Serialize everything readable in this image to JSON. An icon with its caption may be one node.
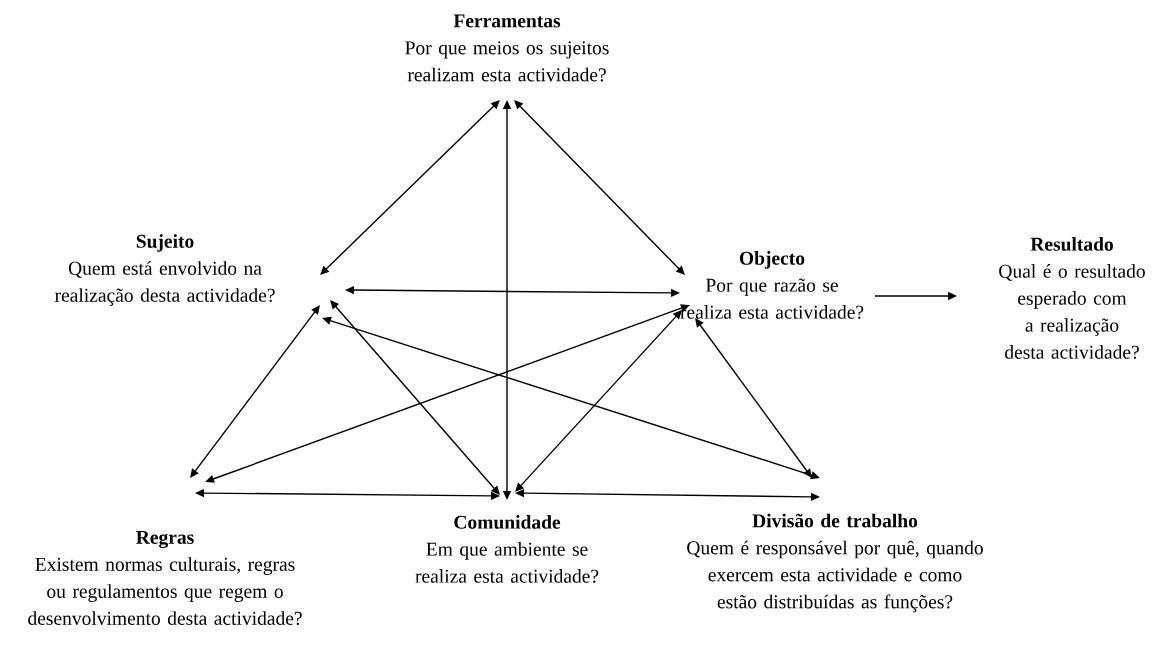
{
  "diagram": {
    "nodes": [
      {
        "text": [
          "Ferramentas",
          "Por que meios os sujeitos realizam esta actividade?"
        ]
      },
      {
        "text": [
          "Sujeito",
          "Quem está envolvido na realização desta actividade?"
        ]
      },
      {
        "text": [
          "Objecto",
          "Por que razão se realiza esta actividade?"
        ]
      },
      {
        "text": [
          "Resultado",
          "Qual é o resultado esperado com a realização desta actividade?"
        ]
      },
      {
        "text": [
          "Regras",
          "Existem normas culturais, regras ou regulamentos que regem o desenvolvimento desta actividade?"
        ]
      },
      {
        "text": [
          "Comunidade",
          "Em que ambiente se realiza esta actividade?"
        ]
      },
      {
        "text": [
          "Divisão de trabalho",
          "Quem é responsável por quê, quando exercem esta actividade e como estão distribuídas as funções?"
        ]
      }
    ],
    "edges": [
      {
        "from": 0,
        "to": 1,
        "arrow": "both"
      },
      {
        "from": 0,
        "to": 2,
        "arrow": "both"
      },
      {
        "from": 0,
        "to": 5,
        "arrow": "both"
      },
      {
        "from": 1,
        "to": 2,
        "arrow": "both"
      },
      {
        "from": 2,
        "to": 3,
        "arrow": "to"
      },
      {
        "from": 1,
        "to": 4,
        "arrow": "both"
      },
      {
        "from": 1,
        "to": 5,
        "arrow": "both"
      },
      {
        "from": 1,
        "to": 6,
        "arrow": "both"
      },
      {
        "from": 2,
        "to": 4,
        "arrow": "both"
      },
      {
        "from": 2,
        "to": 5,
        "arrow": "both"
      },
      {
        "from": 2,
        "to": 6,
        "arrow": "both"
      },
      {
        "from": 4,
        "to": 5,
        "arrow": "both"
      },
      {
        "from": 5,
        "to": 6,
        "arrow": "both"
      }
    ]
  }
}
